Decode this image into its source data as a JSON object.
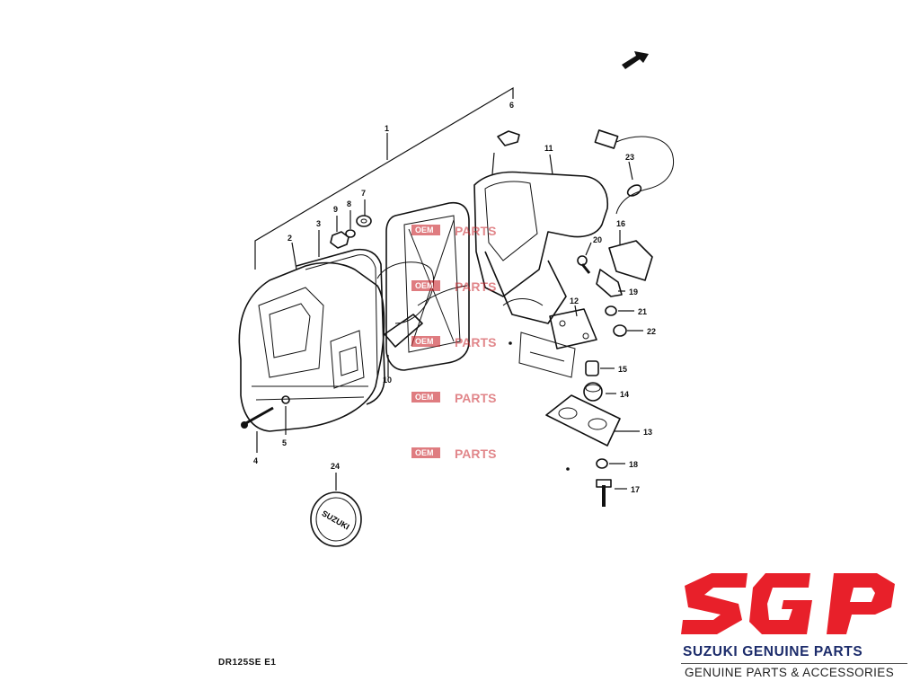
{
  "diagram": {
    "caption": "DR125SE E1",
    "callouts": [
      "1",
      "2",
      "3",
      "4",
      "5",
      "6",
      "7",
      "8",
      "9",
      "10",
      "11",
      "12",
      "13",
      "14",
      "15",
      "16",
      "17",
      "18",
      "19",
      "20",
      "21",
      "22",
      "23",
      "24"
    ],
    "emblem_text": "SUZUKI"
  },
  "watermark": {
    "oem": "OEM",
    "parts": "PARTS"
  },
  "logo": {
    "mark": "SGP",
    "title": "SUZUKI GENUINE PARTS",
    "subtitle": "GENUINE PARTS & ACCESSORIES",
    "colors": {
      "red": "#e8202a",
      "navy": "#1c2c6b"
    }
  }
}
